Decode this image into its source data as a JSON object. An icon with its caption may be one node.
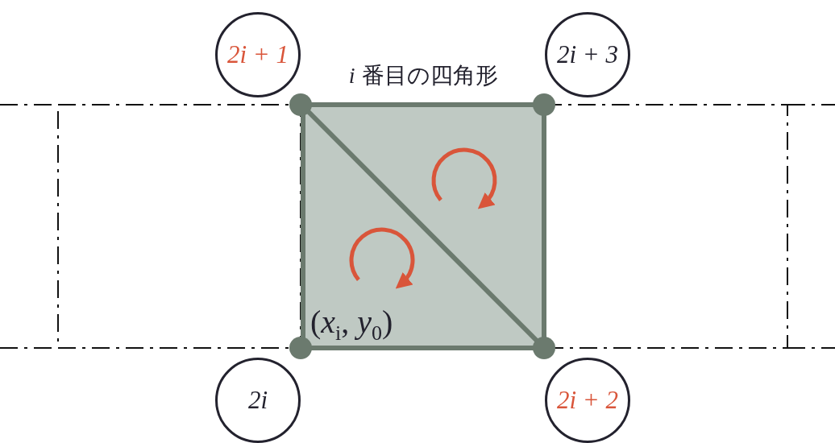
{
  "diagram": {
    "nodes": [
      {
        "text": [
          "2i + 1"
        ]
      },
      {
        "text": [
          "2i + 3"
        ]
      },
      {
        "text": [],
        "shape": "box"
      },
      {
        "text": [
          "*i* 番目の四角形",
          "(*x*$_{i}$, *y*$_{0}$)"
        ]
      },
      {
        "text": [],
        "shape": "box"
      },
      {
        "text": [
          "2i"
        ]
      },
      {
        "text": [
          "2i + 2"
        ]
      }
    ]
  }
}
